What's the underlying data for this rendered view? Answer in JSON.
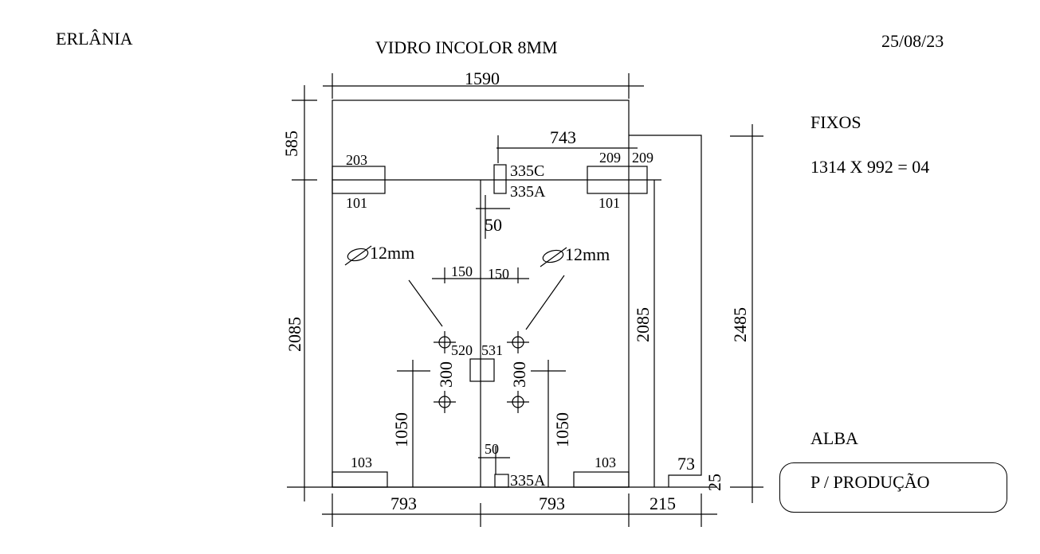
{
  "header": {
    "client": "ERLÂNIA",
    "title": "VIDRO INCOLOR 8MM",
    "date": "25/08/23"
  },
  "side_notes": {
    "fixos_label": "FIXOS",
    "fixos_spec": "1314 X 992 = 04",
    "brand": "ALBA",
    "stamp": "P / PRODUÇÃO"
  },
  "dimensions": {
    "total_width": "1590",
    "upper_height": "585",
    "lower_height_left": "2085",
    "lower_height_right": "2085",
    "total_height": "2485",
    "top_right_offset": "743",
    "bottom_left_width": "793",
    "bottom_right_width": "793",
    "right_extension": "215",
    "small_offset_73": "73",
    "small_offset_25": "25",
    "gap_50_top": "50",
    "gap_50_bottom": "50",
    "hole_spacing_left": "150",
    "hole_spacing_right": "150",
    "lock_left_height": "520",
    "lock_right_height": "531",
    "hole_vertical_left": "300",
    "hole_vertical_right": "300",
    "handle_height_left": "1050",
    "handle_height_right": "1050"
  },
  "fittings": {
    "top_left_top": "203",
    "top_left_bottom": "101",
    "top_right_top": "209",
    "top_right_side": "209",
    "top_right_bottom": "101",
    "center_top": "335C",
    "center_bottom": "335A",
    "bottom_center": "335A",
    "bottom_left": "103",
    "bottom_right": "103"
  },
  "holes": {
    "diameter_left": "12mm",
    "diameter_right": "12mm"
  }
}
